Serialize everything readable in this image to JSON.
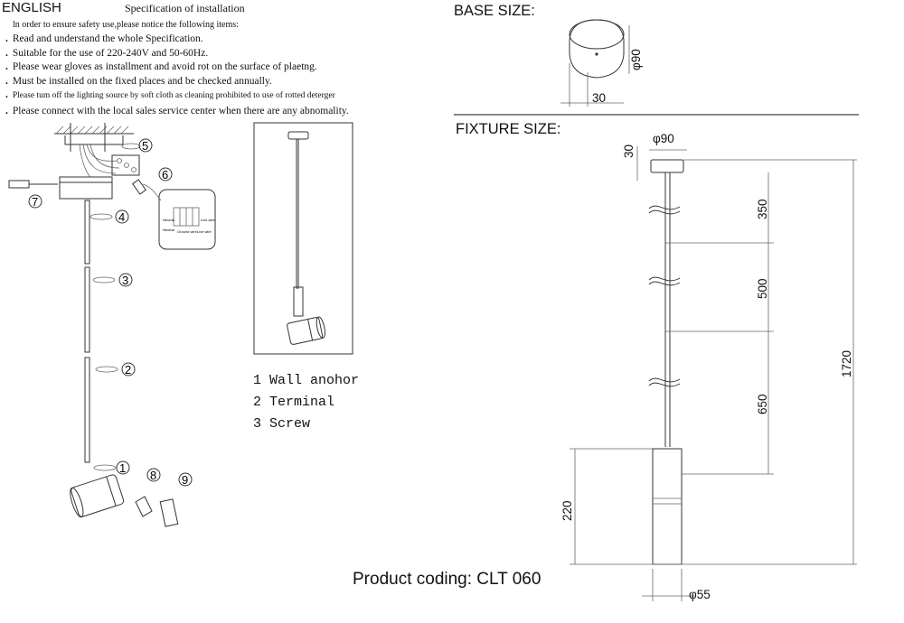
{
  "header": {
    "language": "ENGLISH",
    "title": "Specification of installation"
  },
  "intro": "ln order to ensure safety use,please notice the following items:",
  "instructions": [
    "Read and understand the whole Specification.",
    "Suitable for the use of 220-240V and 50-60Hz.",
    "Please wear gloves as installment and avoid rot on the surface of plaetng.",
    "Must be installed on the fixed places and be checked annually.",
    "Please tum off the lighting source by soft cloth as cleaning prohibited to use of rotted deterger",
    "Please connect with the local sales service center when there are any abnomality."
  ],
  "bullet": ".",
  "legend": [
    {
      "num": "1",
      "label": "Wall anohor"
    },
    {
      "num": "2",
      "label": "Terminal"
    },
    {
      "num": "3",
      "label": "Screw"
    }
  ],
  "step_numbers": [
    "5",
    "6",
    "7",
    "4",
    "3",
    "2",
    "1",
    "8",
    "9"
  ],
  "wiring": {
    "labels": [
      "Neutral",
      "Ground wire",
      "Live wire",
      "Neutral",
      "Live wire"
    ]
  },
  "base": {
    "title": "BASE SIZE:",
    "diameter": "φ90",
    "height": "30"
  },
  "fixture": {
    "title": "FIXTURE SIZE:",
    "diameter_top": "φ90",
    "base_height": "30",
    "rod_segments": [
      "350",
      "500",
      "650"
    ],
    "overall": "1720",
    "body_length": "220",
    "body_diameter": "φ55"
  },
  "product_coding": "Product coding: CLT 060"
}
